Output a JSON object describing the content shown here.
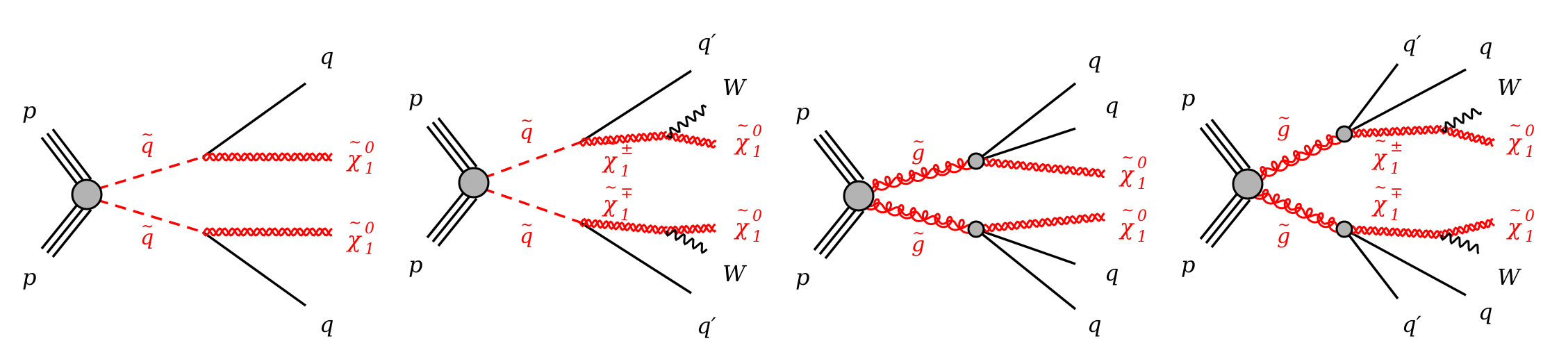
{
  "colors": {
    "ink": "#000000",
    "sparticle": "#ff0000",
    "vertex_fill": "#b3b3b3"
  },
  "glyphs": {
    "proton": "p",
    "quark": "q",
    "quark_prime": "q′",
    "w_boson": "W",
    "squark_base": "q",
    "squark_accent": "~",
    "gluino_base": "g",
    "gluino_accent": "~",
    "neutralino_base": "χ",
    "neutralino_accent": "~",
    "neutralino_sub": "1",
    "neutralino_sup": "0",
    "chargino_base": "χ",
    "chargino_accent": "~",
    "chargino_sub": "1",
    "chargino_sup_pm": "±",
    "chargino_sup_mp": "∓"
  },
  "diagrams": [
    {
      "id": "squark-direct",
      "production": "squark pair",
      "decay": "q χ̃1⁰"
    },
    {
      "id": "squark-onestep",
      "production": "squark pair",
      "decay": "q′ χ̃1± → W χ̃1⁰"
    },
    {
      "id": "gluino-direct",
      "production": "gluino pair",
      "decay": "q q χ̃1⁰"
    },
    {
      "id": "gluino-onestep",
      "production": "gluino pair",
      "decay": "q q′ χ̃1± → W χ̃1⁰"
    }
  ]
}
